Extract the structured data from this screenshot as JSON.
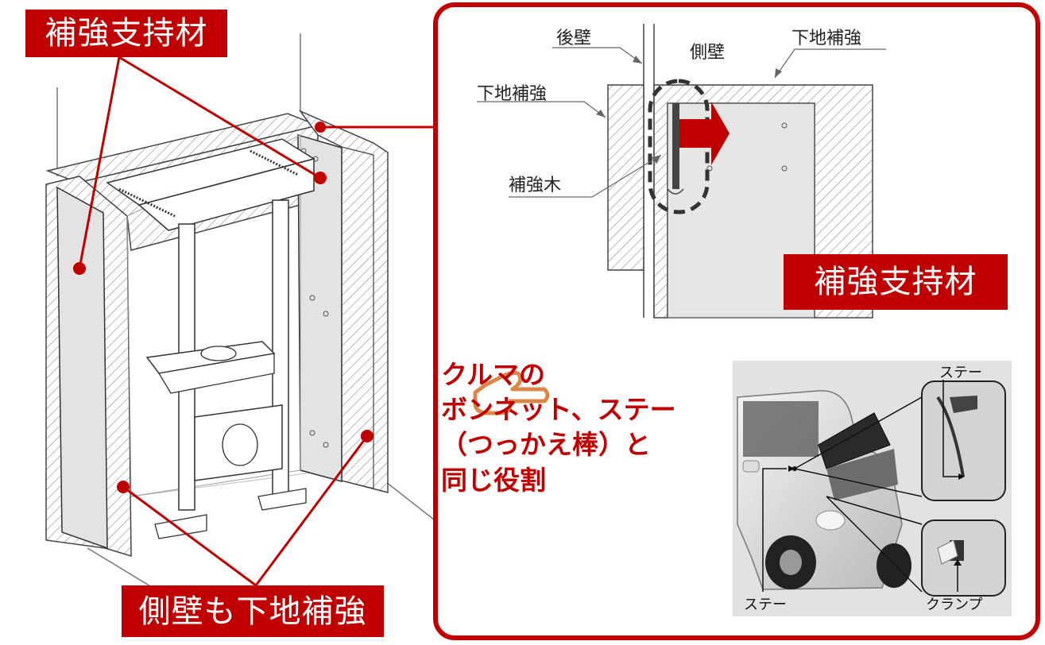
{
  "labels": {
    "support_top": "補強支持材",
    "support_panel": "補強支持材",
    "side_wall_reinforce": "側壁も下地補強"
  },
  "detail": {
    "rear_wall": "後壁",
    "side_wall": "側壁",
    "base_reinforce_right": "下地補強",
    "base_reinforce_left": "下地補強",
    "reinforce_wood": "補強木"
  },
  "callout": {
    "icon": "pointing-hand-icon",
    "lines": [
      "クルマの",
      "ボンネット、ステー",
      "（つっかえ棒）と",
      "同じ役割"
    ]
  },
  "car": {
    "stay_top": "ステー",
    "stay_bottom": "ステー",
    "clamp": "クランプ"
  },
  "colors": {
    "accent": "#c00000",
    "panel_border": "#c00000",
    "board_fill": "#e6e6e6",
    "photo_bg": "#e2e2e2"
  }
}
